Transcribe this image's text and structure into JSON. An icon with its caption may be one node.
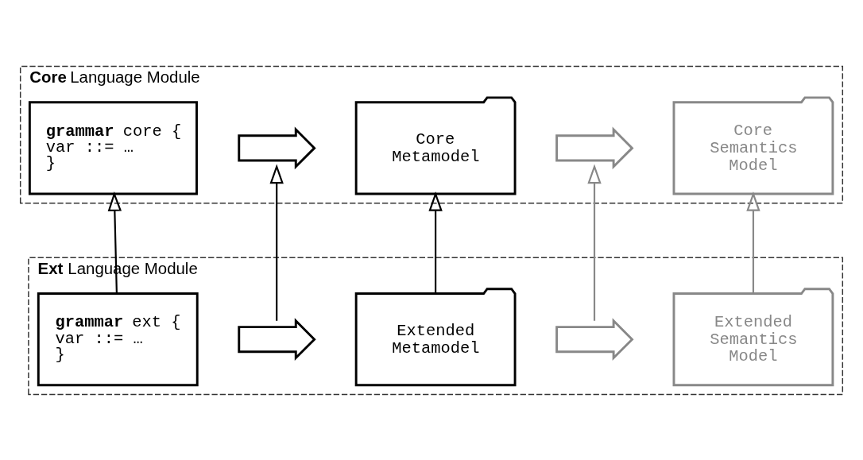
{
  "diagram": {
    "nodes": [
      {
        "text": [
          "**Core** Language Module"
        ]
      },
      {
        "text": [
          "**grammar** core {",
          "var ::= …",
          "}"
        ],
        "in": 0
      },
      {
        "text": [],
        "shape": "arrow",
        "in": 0
      },
      {
        "text": [
          "Core Metamodel"
        ],
        "in": 0
      },
      {
        "text": [],
        "shape": "arrow",
        "in": 0
      },
      {
        "text": [
          "Core Semantics Model"
        ],
        "in": 0
      },
      {
        "text": [
          "**Ext** Language Module"
        ]
      },
      {
        "text": [
          "**grammar** ext {",
          "var ::= …",
          "}"
        ],
        "in": 6
      },
      {
        "text": [],
        "shape": "arrow",
        "in": 6
      },
      {
        "text": [
          "Extended Metamodel"
        ],
        "in": 6
      },
      {
        "text": [],
        "shape": "arrow",
        "in": 6
      },
      {
        "text": [
          "Extended Semantics Model"
        ],
        "in": 6
      }
    ],
    "edges": [
      {
        "from": 7,
        "to": 1,
        "arrow": "to"
      },
      {
        "from": 8,
        "to": 2,
        "arrow": "to"
      },
      {
        "from": 9,
        "to": 3,
        "arrow": "to"
      },
      {
        "from": 10,
        "to": 4,
        "arrow": "to",
        "color": "#888888"
      },
      {
        "from": 11,
        "to": 5,
        "arrow": "to",
        "color": "#888888"
      }
    ]
  }
}
